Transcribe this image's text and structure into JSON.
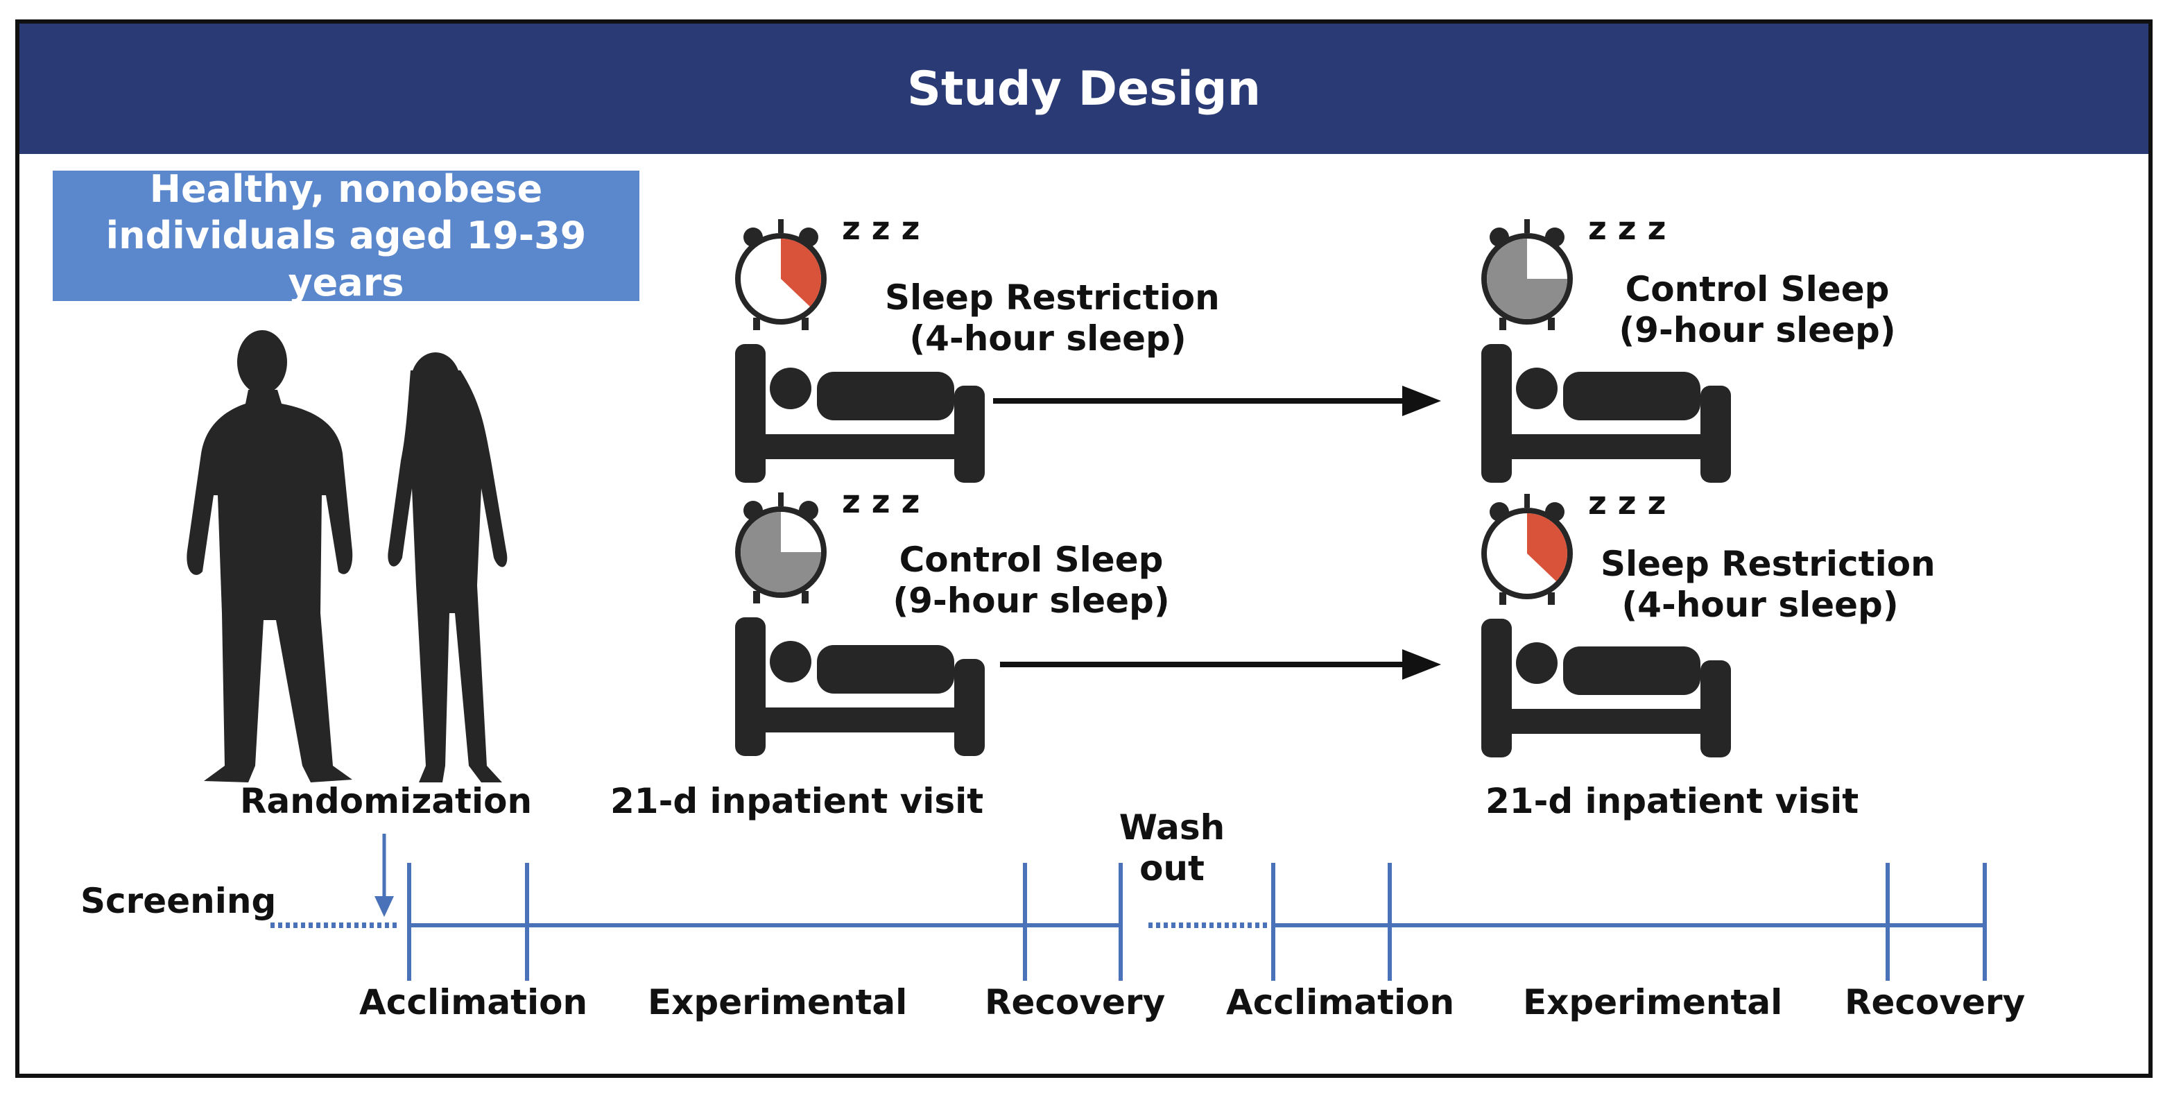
{
  "header": {
    "title": "Study Design"
  },
  "population": {
    "line1": "Healthy, nonobese",
    "line2": "individuals aged 19-39 years"
  },
  "arms": [
    {
      "first": {
        "name": "Sleep Restriction",
        "detail": "(4-hour sleep)"
      },
      "second": {
        "name": "Control Sleep",
        "detail": "(9-hour sleep)"
      }
    },
    {
      "first": {
        "name": "Control Sleep",
        "detail": "(9-hour sleep)"
      },
      "second": {
        "name": "Sleep Restriction",
        "detail": "(4-hour sleep)"
      }
    }
  ],
  "sleep_symbol": "z z z",
  "timeline": {
    "randomization": "Randomization",
    "screening": "Screening",
    "visit1": "21-d inpatient visit",
    "visit2": "21-d inpatient visit",
    "washout_line1": "Wash",
    "washout_line2": "out",
    "phases": [
      "Acclimation",
      "Experimental",
      "Recovery",
      "Acclimation",
      "Experimental",
      "Recovery"
    ]
  },
  "colors": {
    "header": "#2a3a75",
    "population_box": "#5b88cc",
    "restriction": "#d9533a",
    "control": "#8d8d8d",
    "timeline": "#4a72b8",
    "icon": "#262626"
  }
}
